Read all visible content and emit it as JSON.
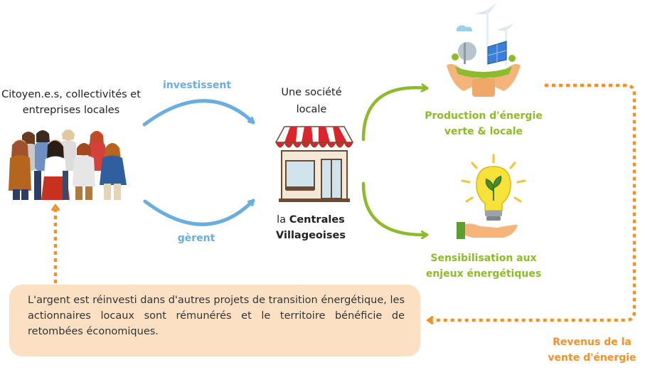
{
  "labels": {
    "citizens": "Citoyen.e.s, collectivités et entreprises locales",
    "investissent": "investissent",
    "gerent": "gèrent",
    "societe": "Une société locale",
    "centrales_prefix": "la",
    "centrales_name": "Centrales Villageoises",
    "production": "Production d'énergie verte & locale",
    "sensibilisation": "Sensibilisation aux enjeux énergétiques",
    "revenus": "Revenus de la vente d'énergie"
  },
  "money_box": {
    "text": "L'argent est réinvesti dans d'autres projets de transition énergétique, les actionnaires locaux sont rémunérés et le territoire bénéficie de retombées économiques."
  },
  "colors": {
    "blue_arrow": "#6aaee0",
    "green_arrow": "#8dbb2c",
    "orange_arrow": "#f0922b",
    "box_fill": "#fbe0c3"
  }
}
